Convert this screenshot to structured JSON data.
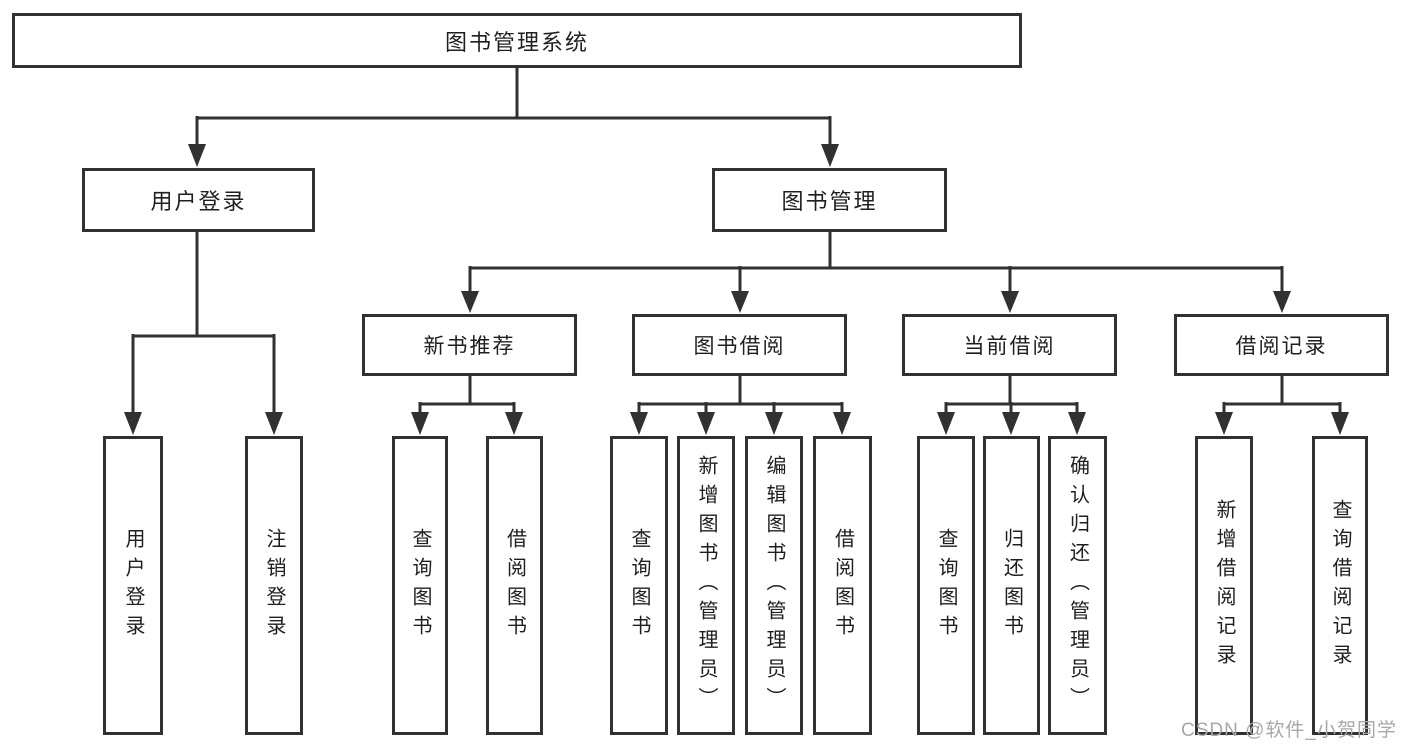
{
  "root": {
    "label": "图书管理系统"
  },
  "level1": [
    {
      "label": "用户登录"
    },
    {
      "label": "图书管理"
    }
  ],
  "level2": [
    {
      "label": "新书推荐"
    },
    {
      "label": "图书借阅"
    },
    {
      "label": "当前借阅"
    },
    {
      "label": "借阅记录"
    }
  ],
  "leaves": [
    {
      "label": "用户登录"
    },
    {
      "label": "注销登录"
    },
    {
      "label": "查询图书"
    },
    {
      "label": "借阅图书"
    },
    {
      "label": "查询图书"
    },
    {
      "label": "新增图书（管理员）"
    },
    {
      "label": "编辑图书（管理员）"
    },
    {
      "label": "借阅图书"
    },
    {
      "label": "查询图书"
    },
    {
      "label": "归还图书"
    },
    {
      "label": "确认归还（管理员）"
    },
    {
      "label": "新增借阅记录"
    },
    {
      "label": "查询借阅记录"
    }
  ],
  "watermark": {
    "text": "CSDN @软件_小贺同学"
  },
  "colors": {
    "line": "#313131",
    "text": "#1f1f1f",
    "watermark": "#a8a8a8",
    "background": "#ffffff"
  }
}
